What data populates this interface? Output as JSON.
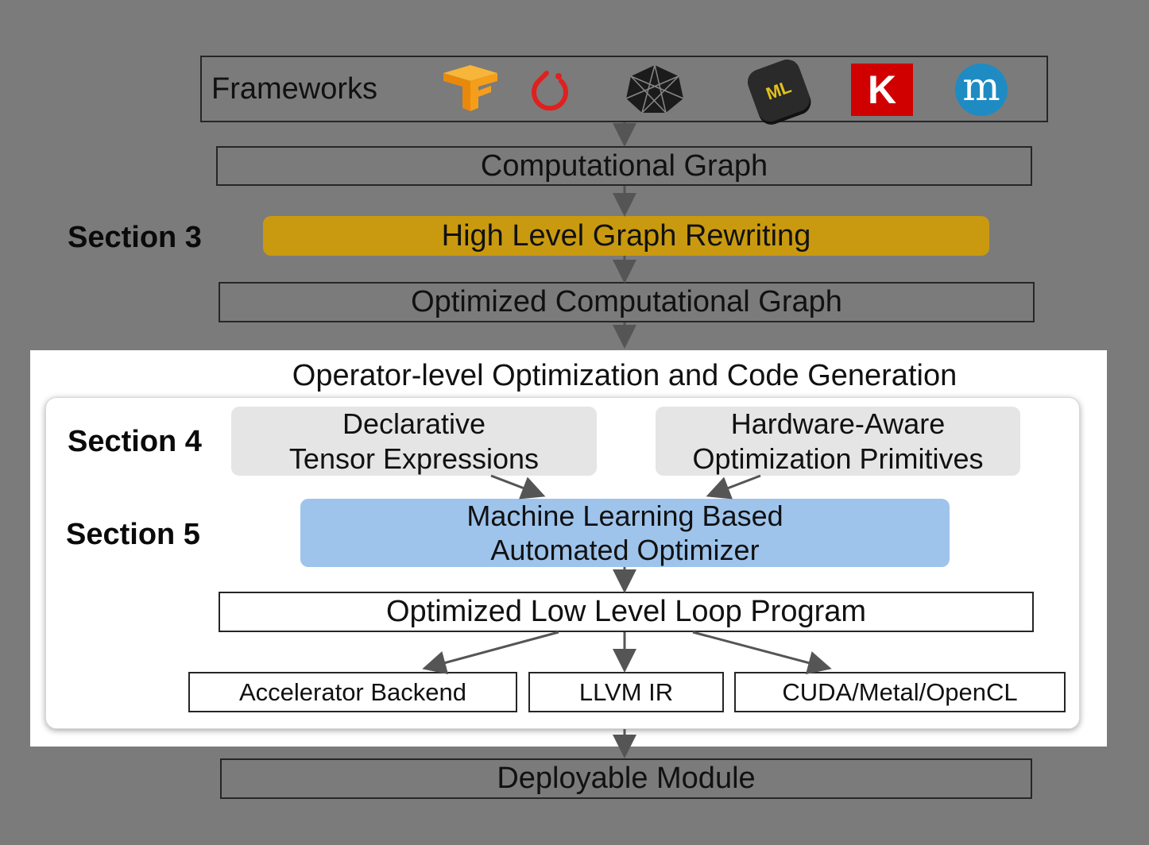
{
  "frameworks": {
    "label": "Frameworks",
    "logos": [
      {
        "icon": "tensorflow-icon",
        "color": "#f79a1a"
      },
      {
        "icon": "pytorch-icon",
        "color": "#e0201f"
      },
      {
        "icon": "onnx-icon",
        "color": "#1b1b1b"
      },
      {
        "icon": "coreml-icon",
        "color": "#2a2a2a",
        "text": "ML"
      },
      {
        "icon": "keras-icon",
        "color": "#d00000",
        "text": "K"
      },
      {
        "icon": "mxnet-icon",
        "color": "#1e8bc3",
        "text": "m"
      }
    ]
  },
  "nodes": {
    "computational_graph": "Computational Graph",
    "graph_rewriting": "High Level Graph Rewriting",
    "optimized_graph": "Optimized Computational Graph",
    "operator_title": "Operator-level Optimization and Code Generation",
    "declarative_line1": "Declarative",
    "declarative_line2": "Tensor Expressions",
    "hardware_line1": "Hardware-Aware",
    "hardware_line2": "Optimization Primitives",
    "ml_optimizer_line1": "Machine Learning Based",
    "ml_optimizer_line2": "Automated Optimizer",
    "loop_program": "Optimized Low Level Loop Program",
    "accelerator_backend": "Accelerator Backend",
    "llvm_ir": "LLVM IR",
    "cuda_metal_opencl": "CUDA/Metal/OpenCL",
    "deployable_module": "Deployable Module"
  },
  "sections": {
    "section3": "Section 3",
    "section4": "Section 4",
    "section5": "Section 5"
  },
  "colors": {
    "background": "#7b7b7b",
    "rewriting_fill": "#c99a10",
    "primitives_fill": "#e5e5e5",
    "optimizer_fill": "#9ec4ec",
    "arrow": "#555555"
  }
}
